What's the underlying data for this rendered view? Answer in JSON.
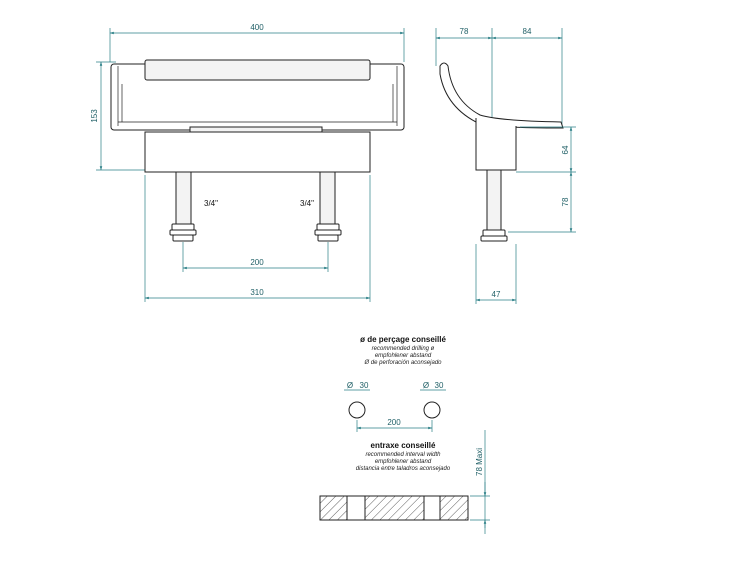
{
  "front_view": {
    "width_label": "400",
    "height_label": "153",
    "thread_left": "3/4\"",
    "thread_right": "3/4\"",
    "interval_label": "200",
    "body_width_label": "310"
  },
  "side_view": {
    "top_left_label": "78",
    "top_right_label": "84",
    "right_upper_label": "64",
    "right_lower_label": "78",
    "bottom_label": "47"
  },
  "drilling": {
    "title": "ø de perçage conseillé",
    "lines": [
      "recommended drilling ø",
      "empfohlener abstand",
      "Ø de perforación aconsejado"
    ],
    "hole_left_symbol": "Ø",
    "hole_left_value": "30",
    "hole_right_symbol": "Ø",
    "hole_right_value": "30",
    "interval_label": "200"
  },
  "interval": {
    "title": "entraxe conseillé",
    "lines": [
      "recommended interval width",
      "empfohlener abstand",
      "distancia entre taladros aconsejado"
    ],
    "max_label": "78 Maxi"
  },
  "colors": {
    "dimension": "#2a7f86",
    "outline": "#222222"
  }
}
